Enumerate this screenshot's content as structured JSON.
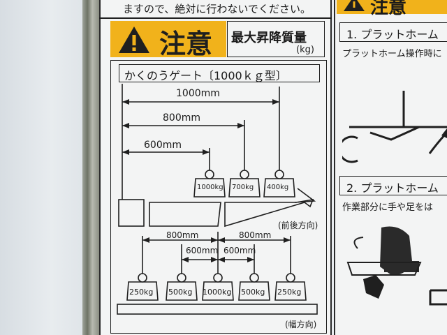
{
  "top_note": "ますので、絶対に行わないでください。",
  "caution_title": "注意",
  "caution_title_right": "注意",
  "max_load_heading": "最大昇降質量",
  "max_load_unit": "(kg)",
  "gate_type": "かくのうゲート〔1000ｋｇ型〕",
  "front_back": {
    "dims": [
      "1000mm",
      "800mm",
      "600mm"
    ],
    "weights": [
      "1000kg",
      "700kg",
      "400kg"
    ],
    "direction": "(前後方向)"
  },
  "width_dir": {
    "dims_outer": [
      "800mm",
      "800mm"
    ],
    "dims_inner": [
      "600mm",
      "600mm"
    ],
    "weights": [
      "250kg",
      "500kg",
      "1000kg",
      "500kg",
      "250kg"
    ],
    "direction": "(幅方向)"
  },
  "right_panel": {
    "step1": "1. プラットホーム",
    "step1_text": "プラットホーム操作時に",
    "step2": "2. プラットホーム",
    "step2_text": "作業部分に手や足をは"
  },
  "colors": {
    "caution_yellow": "#f1b21b",
    "ink": "#1f1f1f"
  }
}
